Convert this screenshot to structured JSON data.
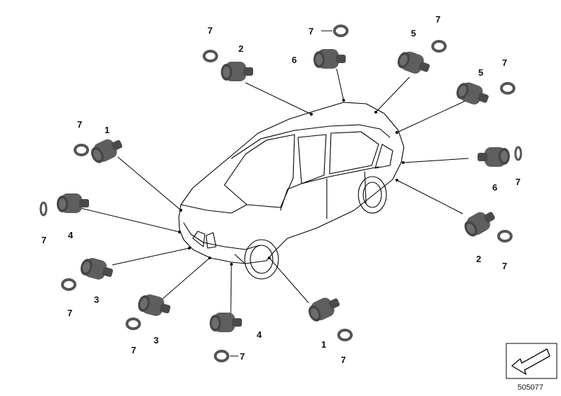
{
  "diagram": {
    "part_numbers": {
      "p1": "1",
      "p2": "2",
      "p3": "3",
      "p4": "4",
      "p5": "5",
      "p6": "6",
      "p7": "7"
    },
    "reference_code": "505077"
  },
  "colors": {
    "sensor_body": "#5a5a5a",
    "sensor_shade": "#3c3c3c",
    "ring": "#6e6e6e",
    "line": "#000000"
  }
}
